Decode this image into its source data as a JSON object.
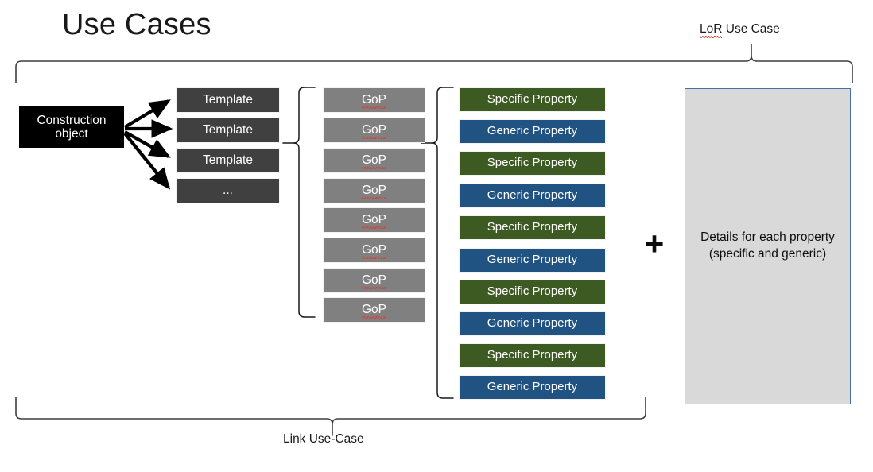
{
  "page": {
    "title": "Use Cases",
    "background_color": "#ffffff"
  },
  "colors": {
    "construction_object": "#000000",
    "template": "#404040",
    "gop": "#808080",
    "specific_property": "#3c5a21",
    "generic_property": "#215382",
    "details_panel_fill": "#d9d9d9",
    "details_panel_border": "#4472a8",
    "brace_stroke": "#404040",
    "arrow": "#000000",
    "spellcheck_underline": "#e03a2f"
  },
  "diagram": {
    "construction_object": {
      "label": "Construction object"
    },
    "templates": [
      {
        "label": "Template"
      },
      {
        "label": "Template"
      },
      {
        "label": "Template"
      },
      {
        "label": "..."
      }
    ],
    "gops": [
      {
        "label": "GoP",
        "misspelled": true
      },
      {
        "label": "GoP",
        "misspelled": true
      },
      {
        "label": "GoP",
        "misspelled": true
      },
      {
        "label": "GoP",
        "misspelled": true
      },
      {
        "label": "GoP",
        "misspelled": true
      },
      {
        "label": "GoP",
        "misspelled": true
      },
      {
        "label": "GoP",
        "misspelled": true
      },
      {
        "label": "GoP",
        "misspelled": true
      }
    ],
    "properties": [
      {
        "label": "Specific Property",
        "kind": "specific"
      },
      {
        "label": "Generic Property",
        "kind": "generic"
      },
      {
        "label": "Specific Property",
        "kind": "specific"
      },
      {
        "label": "Generic Property",
        "kind": "generic"
      },
      {
        "label": "Specific Property",
        "kind": "specific"
      },
      {
        "label": "Generic Property",
        "kind": "generic"
      },
      {
        "label": "Specific Property",
        "kind": "specific"
      },
      {
        "label": "Generic Property",
        "kind": "generic"
      },
      {
        "label": "Specific Property",
        "kind": "specific"
      },
      {
        "label": "Generic Property",
        "kind": "generic"
      }
    ],
    "plus_symbol": "+",
    "details_panel": {
      "text": "Details for each property (specific and generic)"
    },
    "braces": {
      "top_label": "LoR Use Case",
      "top_label_misspelled_token": "LoR",
      "bottom_label": "Link Use-Case"
    }
  }
}
